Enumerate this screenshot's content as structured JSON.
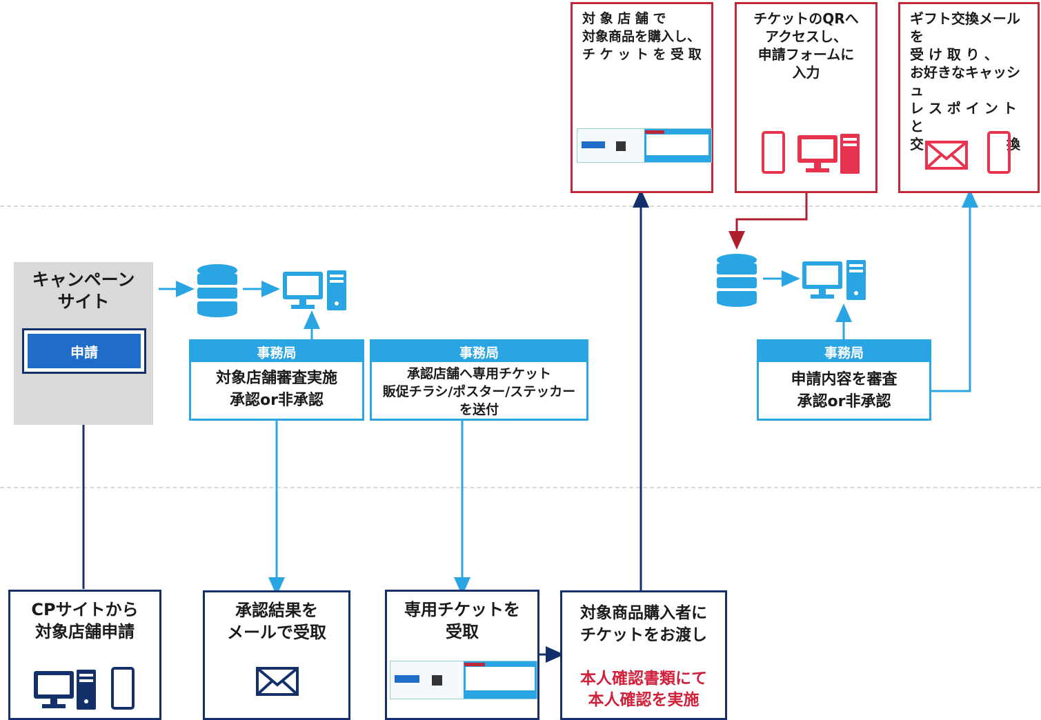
{
  "top_steps": [
    {
      "text": "対 象 店 舗 で\n対象商品を購入し、\nチ ケ ッ ト を 受 取"
    },
    {
      "text": "チケットのQRへ\nアクセスし、\n申請フォームに\n入力"
    },
    {
      "text": "ギフト交換メールを\n受 け 取 り 、\nお好きなキャッシュ\nレ ス ポ イ ン ト と\n交　　　　　　換"
    }
  ],
  "campaign_site": {
    "title": "キャンペーン\nサイト",
    "apply_label": "申請"
  },
  "secretariat": [
    {
      "header": "事務局",
      "body": "対象店舗審査実施\n承認or非承認"
    },
    {
      "header": "事務局",
      "body": "承認店舗へ専用チケット\n販促チラシ/ポスター/ステッカー\nを送付"
    },
    {
      "header": "事務局",
      "body": "申請内容を審査\n承認or非承認"
    }
  ],
  "bottom_steps": [
    {
      "text": "CPサイトから\n対象店舗申請"
    },
    {
      "text": "承認結果を\nメールで受取"
    },
    {
      "text": "専用チケットを\n受取"
    },
    {
      "text": "対象商品購入者に\nチケットをお渡し",
      "note": "本人確認書類にて\n本人確認を実施"
    }
  ],
  "colors": {
    "red": "#c0283a",
    "navy": "#14306b",
    "blue": "#2aa5e3",
    "arrow_red": "#b01e2e"
  }
}
